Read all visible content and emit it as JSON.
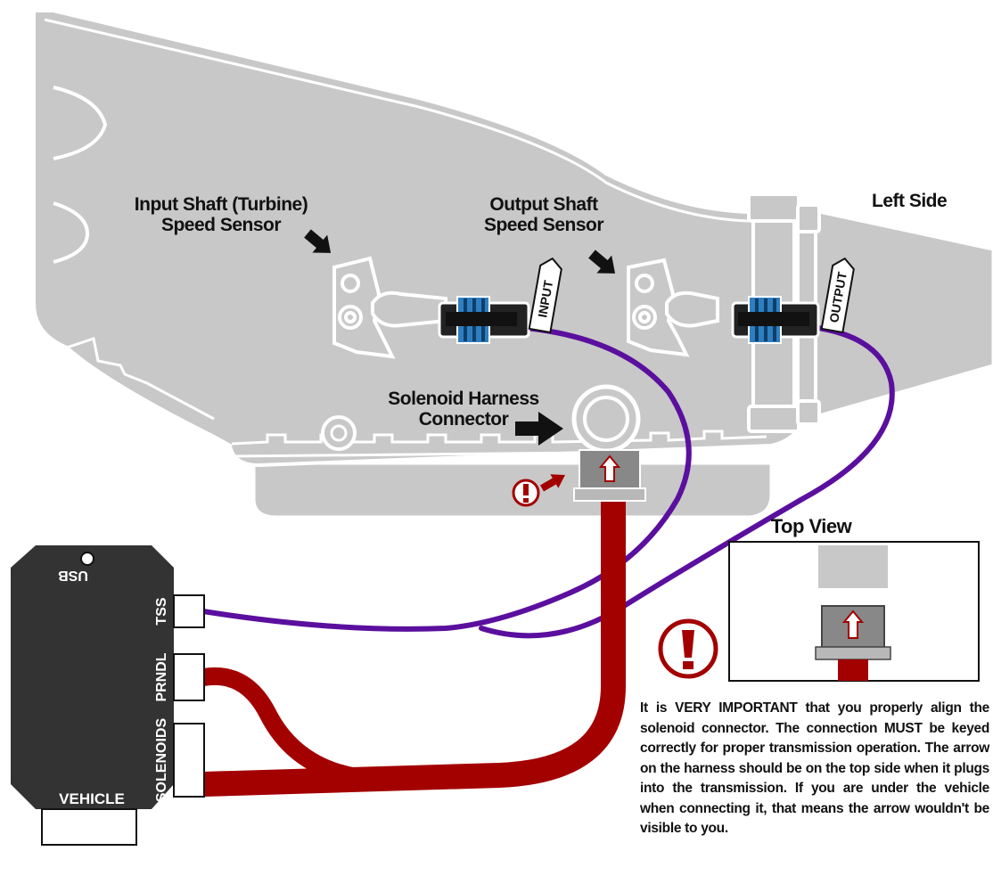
{
  "labels": {
    "left_side": "Left Side",
    "input_sensor_line1": "Input Shaft (Turbine)",
    "input_sensor_line2": "Speed Sensor",
    "output_sensor_line1": "Output Shaft",
    "output_sensor_line2": "Speed Sensor",
    "solenoid_line1": "Solenoid Harness",
    "solenoid_line2": "Connector",
    "top_view": "Top View",
    "input_tag": "INPUT",
    "output_tag": "OUTPUT"
  },
  "controller": {
    "usb": "USB",
    "vehicle": "VEHICLE",
    "tss": "TSS",
    "prndl": "PRNDL",
    "solenoids": "SOLENOIDS"
  },
  "warning": {
    "lead": "It is VERY IMPORTANT",
    "text1": " that you properly align the solenoid connector. The connection ",
    "must": "MUST",
    "text2": " be keyed correctly for proper transmission operation. The arrow on the harness should be on the top side when it plugs into the transmission. If you are under the vehicle when connecting it, that means the arrow wouldn't be visible to you."
  },
  "colors": {
    "transmission": "#c8c8c8",
    "outline": "#ffffff",
    "controller": "#333333",
    "tss_wire": "#5b0f9e",
    "solenoid_wire": "#a30000",
    "warning_red": "#a30000"
  },
  "icons": [
    "arrow-right-icon",
    "exclamation-icon",
    "up-arrow-icon"
  ]
}
